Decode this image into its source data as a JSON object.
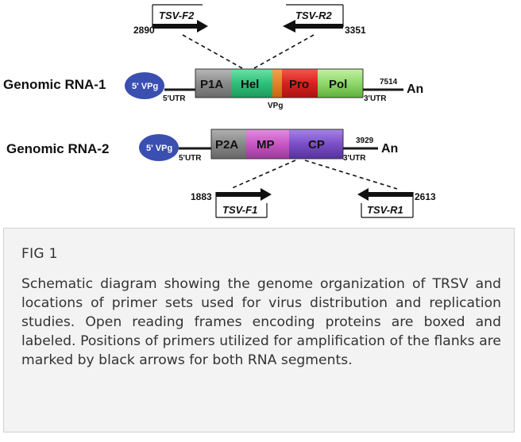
{
  "figure": {
    "rna1": {
      "label": "Genomic RNA-1",
      "vpg": "5' VPg",
      "utr5": "5'UTR",
      "utr3": "3'UTR",
      "vpg_bottom": "VPg",
      "end_pos": "7514",
      "polyA": "An",
      "orfs": [
        {
          "label": "P1A",
          "color": "#8a8a8a"
        },
        {
          "label": "Hel",
          "color": "#2fbf7a"
        },
        {
          "label": "",
          "color": "#e07a1c"
        },
        {
          "label": "Pro",
          "color": "#d92020"
        },
        {
          "label": "Pol",
          "color": "#8fd86a"
        }
      ]
    },
    "rna2": {
      "label": "Genomic RNA-2",
      "vpg": "5' VPg",
      "utr5": "5'UTR",
      "utr3": "3'UTR",
      "end_pos": "3929",
      "polyA": "An",
      "orfs": [
        {
          "label": "P2A",
          "color": "#8a8a8a"
        },
        {
          "label": "MP",
          "color": "#c757c4"
        },
        {
          "label": "CP",
          "color": "#7a4fc7"
        }
      ]
    },
    "primers": {
      "tsv_f2": {
        "name": "TSV-F2",
        "pos": "2890"
      },
      "tsv_r2": {
        "name": "TSV-R2",
        "pos": "3351"
      },
      "tsv_f1": {
        "name": "TSV-F1",
        "pos": "1883"
      },
      "tsv_r1": {
        "name": "TSV-R1",
        "pos": "2613"
      }
    },
    "colors": {
      "vpg": "#3a4fb0",
      "line": "#1a1a1a"
    }
  },
  "caption": {
    "title": "FIG 1",
    "text": "Schematic diagram showing the genome organization of TRSV and locations of primer sets used for virus distribution and replication studies. Open reading frames encoding proteins are boxed and labeled. Positions of primers utilized for amplification of the flanks are marked by black arrows for both RNA segments."
  }
}
